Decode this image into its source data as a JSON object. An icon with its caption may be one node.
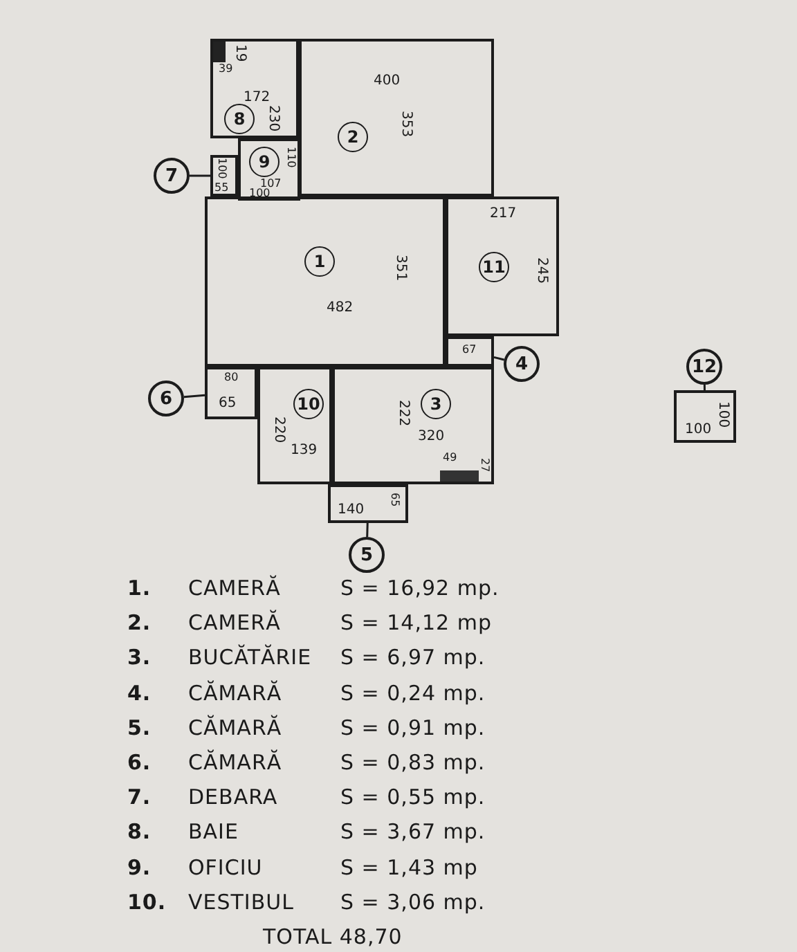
{
  "diagram": {
    "nodes": [
      {
        "text": [
          "19",
          "39",
          "172",
          "8",
          "230"
        ]
      },
      {
        "text": [
          "400",
          "2",
          "353"
        ]
      },
      {
        "text": [
          "100",
          "55"
        ]
      },
      {
        "text": [
          "7"
        ]
      },
      {
        "text": [
          "9",
          "110",
          "107",
          "100"
        ]
      },
      {
        "text": [
          "1",
          "482",
          "351"
        ]
      },
      {
        "text": [
          "217",
          "11",
          "245"
        ]
      },
      {
        "text": [
          "67"
        ]
      },
      {
        "text": [
          "4"
        ]
      },
      {
        "text": [
          "80",
          "65"
        ]
      },
      {
        "text": [
          "6"
        ]
      },
      {
        "text": [
          "10",
          "220",
          "139"
        ]
      },
      {
        "text": [
          "222",
          "3",
          "320",
          "49",
          "27"
        ]
      },
      {
        "text": [
          "140",
          "65"
        ]
      },
      {
        "text": [
          "5"
        ]
      },
      {
        "text": [
          "100",
          "100"
        ]
      },
      {
        "text": [
          "12"
        ]
      }
    ],
    "edges": [
      {
        "from": 3,
        "to": 2,
        "arrow": "none"
      },
      {
        "from": 8,
        "to": 7,
        "arrow": "none"
      },
      {
        "from": 10,
        "to": 9,
        "arrow": "none"
      },
      {
        "from": 14,
        "to": 13,
        "arrow": "none"
      },
      {
        "from": 16,
        "to": 15,
        "arrow": "none"
      }
    ],
    "labels": [
      "1.",
      "CAMERĂ",
      "S = 16,92 mp.",
      "2.",
      "CAMERĂ",
      "S = 14,12 mp",
      "3.",
      "BUCĂTĂRIE",
      "S = 6,97 mp.",
      "4.",
      "CĂMARĂ",
      "S = 0,24 mp.",
      "5.",
      "CĂMARĂ",
      "S = 0,91 mp.",
      "6.",
      "CĂMARĂ",
      "S = 0,83 mp.",
      "7.",
      "DEBARA",
      "S = 0,55 mp.",
      "8.",
      "BAIE",
      "S = 3,67 mp.",
      "9.",
      "OFICIU",
      "S = 1,43 mp",
      "10.",
      "VESTIBUL",
      "S = 3,06 mp.",
      "TOTAL 48,70"
    ]
  }
}
